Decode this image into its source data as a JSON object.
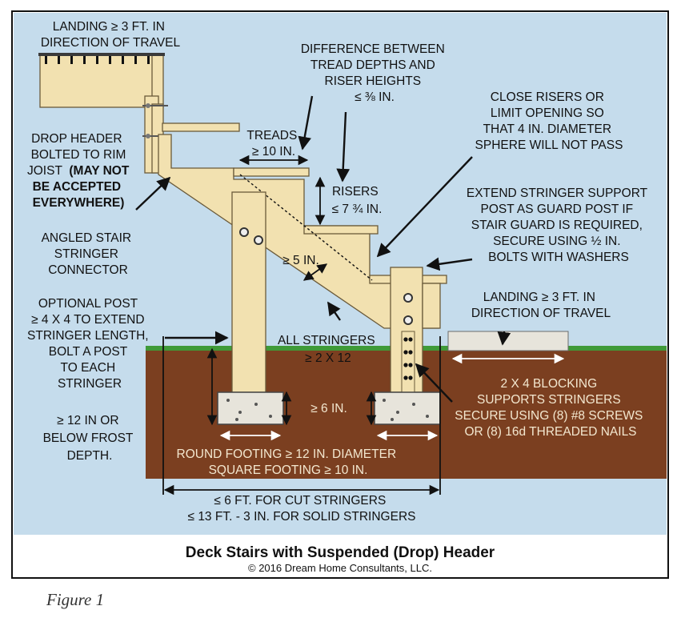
{
  "diagram": {
    "title": "Deck Stairs with Suspended (Drop) Header",
    "copyright": "© 2016 Dream Home Consultants, LLC.",
    "caption": "Figure 1",
    "labels": {
      "landing_top": [
        "LANDING ≥ 3 FT. IN",
        "DIRECTION OF TRAVEL"
      ],
      "difference": [
        "DIFFERENCE BETWEEN",
        "TREAD DEPTHS AND",
        "RISER HEIGHTS",
        "≤ ⅜ IN."
      ],
      "close_risers": [
        "CLOSE RISERS OR",
        "LIMIT OPENING SO",
        "THAT 4 IN. DIAMETER",
        "SPHERE WILL NOT PASS"
      ],
      "treads": [
        "TREADS",
        "≥ 10 IN."
      ],
      "risers": [
        "RISERS",
        "≤ 7 ¾ IN."
      ],
      "drop_header": [
        "DROP HEADER",
        "BOLTED TO RIM"
      ],
      "drop_header_joist": "JOIST",
      "drop_header_bold": [
        "(MAY NOT",
        "BE ACCEPTED",
        "EVERYWHERE)"
      ],
      "extend_post": [
        "EXTEND STRINGER SUPPORT",
        "POST AS GUARD POST IF",
        "STAIR GUARD IS REQUIRED,",
        "SECURE USING ½ IN.",
        "BOLTS WITH WASHERS"
      ],
      "connector": [
        "ANGLED STAIR",
        "STRINGER",
        "CONNECTOR"
      ],
      "stringer_depth": "≥ 5 IN.",
      "optional_post": [
        "OPTIONAL POST",
        "≥ 4 X 4 TO EXTEND",
        "STRINGER LENGTH,",
        "BOLT A POST",
        "TO EACH",
        "STRINGER"
      ],
      "landing_bottom": [
        "LANDING ≥ 3 FT. IN",
        "DIRECTION OF TRAVEL"
      ],
      "all_stringers": [
        "ALL STRINGERS",
        "≥ 2 X 12"
      ],
      "blocking": [
        "2 X 4 BLOCKING",
        "SUPPORTS STRINGERS",
        "SECURE USING (8) #8 SCREWS",
        "OR (8) 16d THREADED NAILS"
      ],
      "footing_depth": [
        "≥ 12 IN OR",
        "BELOW FROST",
        "DEPTH."
      ],
      "footing_height": "≥ 6 IN.",
      "footing_size": [
        "ROUND FOOTING ≥ 12 IN. DIAMETER",
        "SQUARE FOOTING ≥ 10 IN."
      ],
      "span": [
        "≤ 6 FT. FOR CUT STRINGERS",
        "≤ 13 FT. - 3 IN. FOR SOLID STRINGERS"
      ]
    },
    "colors": {
      "sky": "#c5dcec",
      "wood": "#f2e1b0",
      "ground": "#7b3f20",
      "grass": "#3f9a38",
      "concrete": "#e7e4db",
      "frame": "#111111"
    }
  }
}
